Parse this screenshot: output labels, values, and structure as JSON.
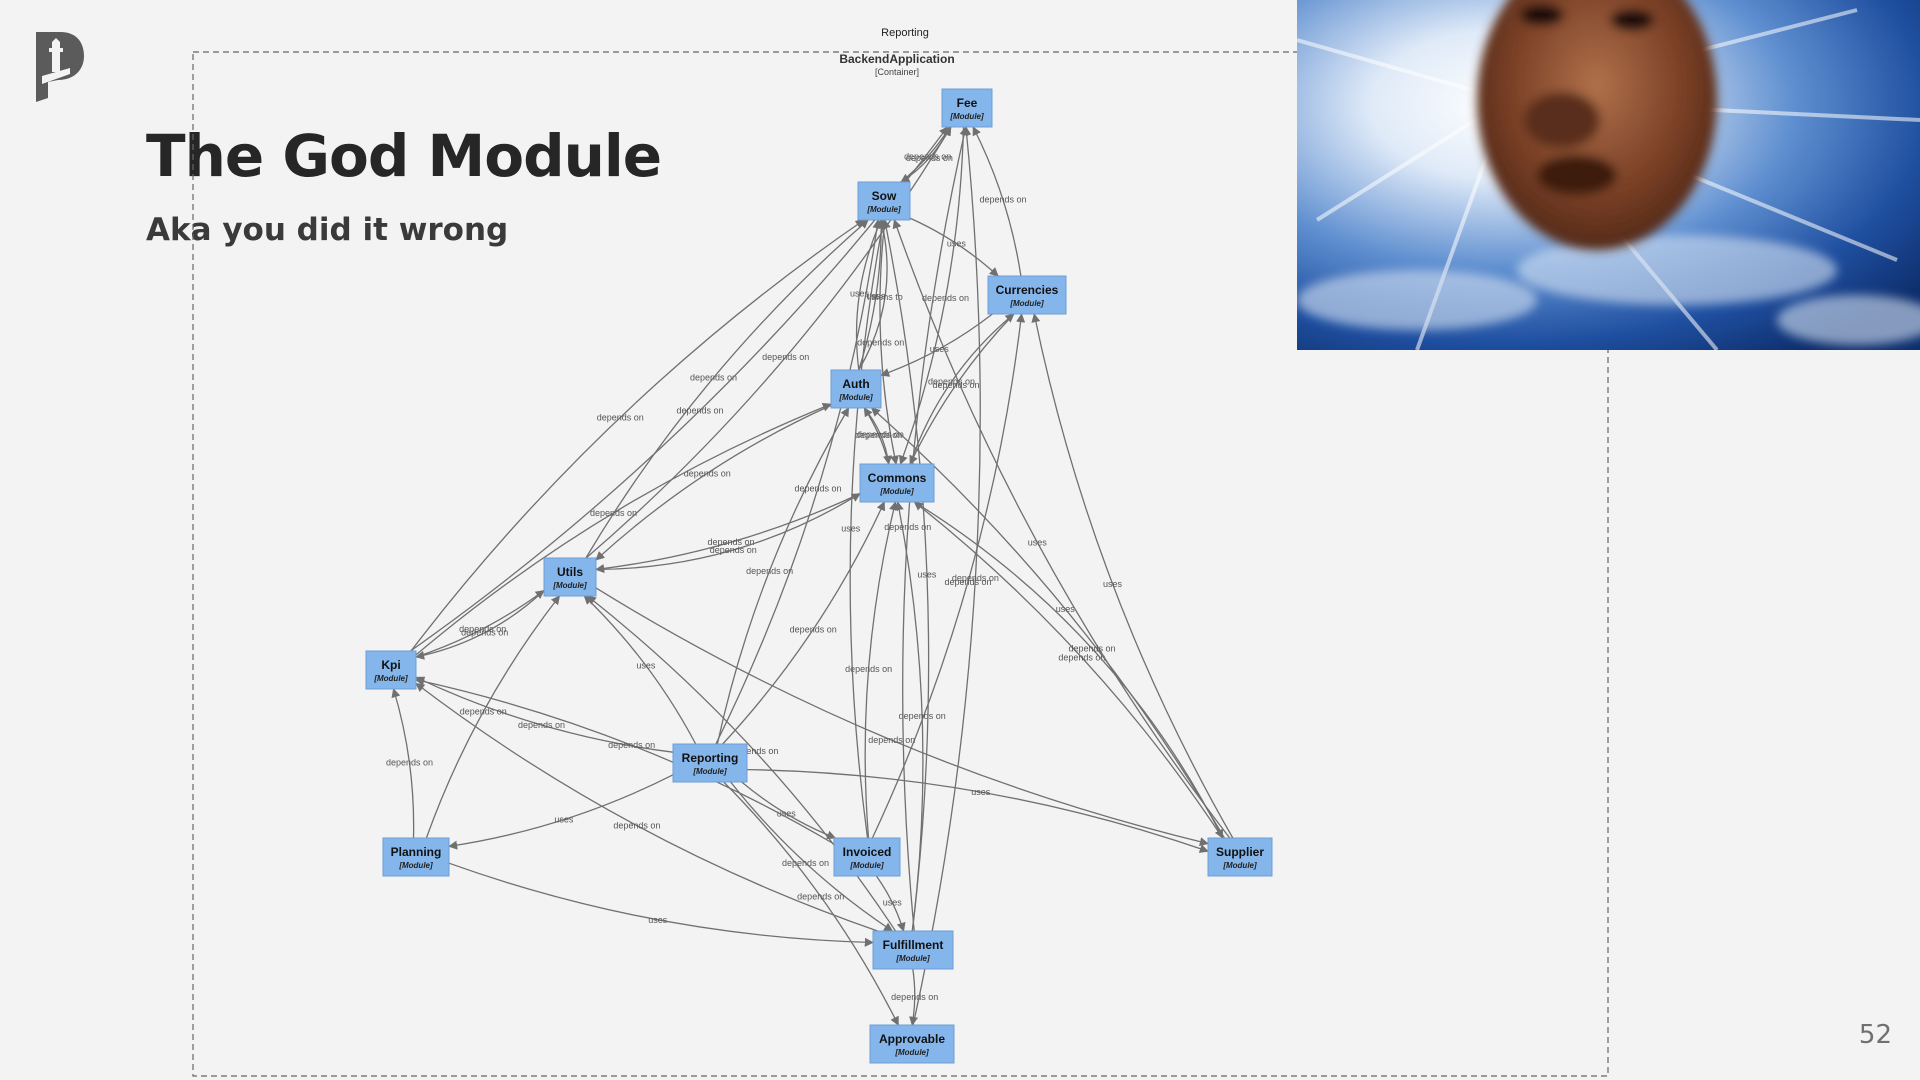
{
  "slide": {
    "title": "The God Module",
    "subtitle": "Aka you did it wrong",
    "page_number": "52"
  },
  "diagram": {
    "top_label": "Reporting",
    "container": {
      "name": "BackendApplication",
      "type": "[Container]"
    },
    "nodes": [
      {
        "id": "fee",
        "name": "Fee",
        "type": "[Module]"
      },
      {
        "id": "sow",
        "name": "Sow",
        "type": "[Module]"
      },
      {
        "id": "currencies",
        "name": "Currencies",
        "type": "[Module]"
      },
      {
        "id": "auth",
        "name": "Auth",
        "type": "[Module]"
      },
      {
        "id": "commons",
        "name": "Commons",
        "type": "[Module]"
      },
      {
        "id": "utils",
        "name": "Utils",
        "type": "[Module]"
      },
      {
        "id": "kpi",
        "name": "Kpi",
        "type": "[Module]"
      },
      {
        "id": "reporting",
        "name": "Reporting",
        "type": "[Module]"
      },
      {
        "id": "planning",
        "name": "Planning",
        "type": "[Module]"
      },
      {
        "id": "invoiced",
        "name": "Invoiced",
        "type": "[Module]"
      },
      {
        "id": "supplier",
        "name": "Supplier",
        "type": "[Module]"
      },
      {
        "id": "fulfillment",
        "name": "Fulfillment",
        "type": "[Module]"
      },
      {
        "id": "approvable",
        "name": "Approvable",
        "type": "[Module]"
      }
    ],
    "edges": [
      {
        "from": "sow",
        "to": "fee",
        "label": "depends on"
      },
      {
        "from": "fee",
        "to": "sow",
        "label": "depends on"
      },
      {
        "from": "currencies",
        "to": "fee",
        "label": "depends on"
      },
      {
        "from": "sow",
        "to": "currencies",
        "label": "uses"
      },
      {
        "from": "auth",
        "to": "sow",
        "label": "uses"
      },
      {
        "from": "auth",
        "to": "sow",
        "label": "uses"
      },
      {
        "from": "auth",
        "to": "sow",
        "label": "listens to"
      },
      {
        "from": "currencies",
        "to": "auth",
        "label": "uses"
      },
      {
        "from": "sow",
        "to": "commons",
        "label": "depends on"
      },
      {
        "from": "fee",
        "to": "commons",
        "label": "depends on"
      },
      {
        "from": "currencies",
        "to": "commons",
        "label": "depends on"
      },
      {
        "from": "commons",
        "to": "currencies",
        "label": "depends on"
      },
      {
        "from": "commons",
        "to": "auth",
        "label": "depends on"
      },
      {
        "from": "auth",
        "to": "commons",
        "label": "depends on"
      },
      {
        "from": "utils",
        "to": "fee",
        "label": "depends on"
      },
      {
        "from": "utils",
        "to": "sow",
        "label": "depends on"
      },
      {
        "from": "auth",
        "to": "utils",
        "label": "depends on"
      },
      {
        "from": "commons",
        "to": "utils",
        "label": "depends on"
      },
      {
        "from": "utils",
        "to": "commons",
        "label": "depends on"
      },
      {
        "from": "kpi",
        "to": "sow",
        "label": "depends on"
      },
      {
        "from": "kpi",
        "to": "utils",
        "label": "depends on"
      },
      {
        "from": "kpi",
        "to": "auth",
        "label": "depends on"
      },
      {
        "from": "kpi",
        "to": "fee",
        "label": "depends on"
      },
      {
        "from": "utils",
        "to": "kpi",
        "label": "depends on"
      },
      {
        "from": "reporting",
        "to": "utils",
        "label": "uses"
      },
      {
        "from": "reporting",
        "to": "kpi",
        "label": "depends on"
      },
      {
        "from": "reporting",
        "to": "commons",
        "label": "depends on"
      },
      {
        "from": "reporting",
        "to": "auth",
        "label": "depends on"
      },
      {
        "from": "reporting",
        "to": "sow",
        "label": "depends on"
      },
      {
        "from": "reporting",
        "to": "planning",
        "label": "uses"
      },
      {
        "from": "reporting",
        "to": "invoiced",
        "label": "uses"
      },
      {
        "from": "reporting",
        "to": "supplier",
        "label": "uses"
      },
      {
        "from": "reporting",
        "to": "fulfillment",
        "label": "depends on"
      },
      {
        "from": "reporting",
        "to": "approvable",
        "label": "depends on"
      },
      {
        "from": "planning",
        "to": "kpi",
        "label": "depends on"
      },
      {
        "from": "planning",
        "to": "utils",
        "label": "depends on"
      },
      {
        "from": "planning",
        "to": "fulfillment",
        "label": "uses"
      },
      {
        "from": "invoiced",
        "to": "commons",
        "label": "depends on"
      },
      {
        "from": "invoiced",
        "to": "kpi",
        "label": "depends on"
      },
      {
        "from": "invoiced",
        "to": "fulfillment",
        "label": "uses"
      },
      {
        "from": "invoiced",
        "to": "currencies",
        "label": "depends on"
      },
      {
        "from": "invoiced",
        "to": "sow",
        "label": "uses"
      },
      {
        "from": "supplier",
        "to": "commons",
        "label": "depends on"
      },
      {
        "from": "supplier",
        "to": "sow",
        "label": "uses"
      },
      {
        "from": "supplier",
        "to": "auth",
        "label": "uses"
      },
      {
        "from": "supplier",
        "to": "currencies",
        "label": "uses"
      },
      {
        "from": "utils",
        "to": "supplier",
        "label": "depends on"
      },
      {
        "from": "commons",
        "to": "supplier",
        "label": "depends on"
      },
      {
        "from": "fulfillment",
        "to": "commons",
        "label": "depends on"
      },
      {
        "from": "fulfillment",
        "to": "kpi",
        "label": "depends on"
      },
      {
        "from": "fulfillment",
        "to": "utils",
        "label": "depends on"
      },
      {
        "from": "fulfillment",
        "to": "fee",
        "label": "depends on"
      },
      {
        "from": "fulfillment",
        "to": "sow",
        "label": "uses"
      },
      {
        "from": "fulfillment",
        "to": "approvable",
        "label": "depends on"
      },
      {
        "from": "approvable",
        "to": "fee",
        "label": "depends on"
      }
    ]
  }
}
